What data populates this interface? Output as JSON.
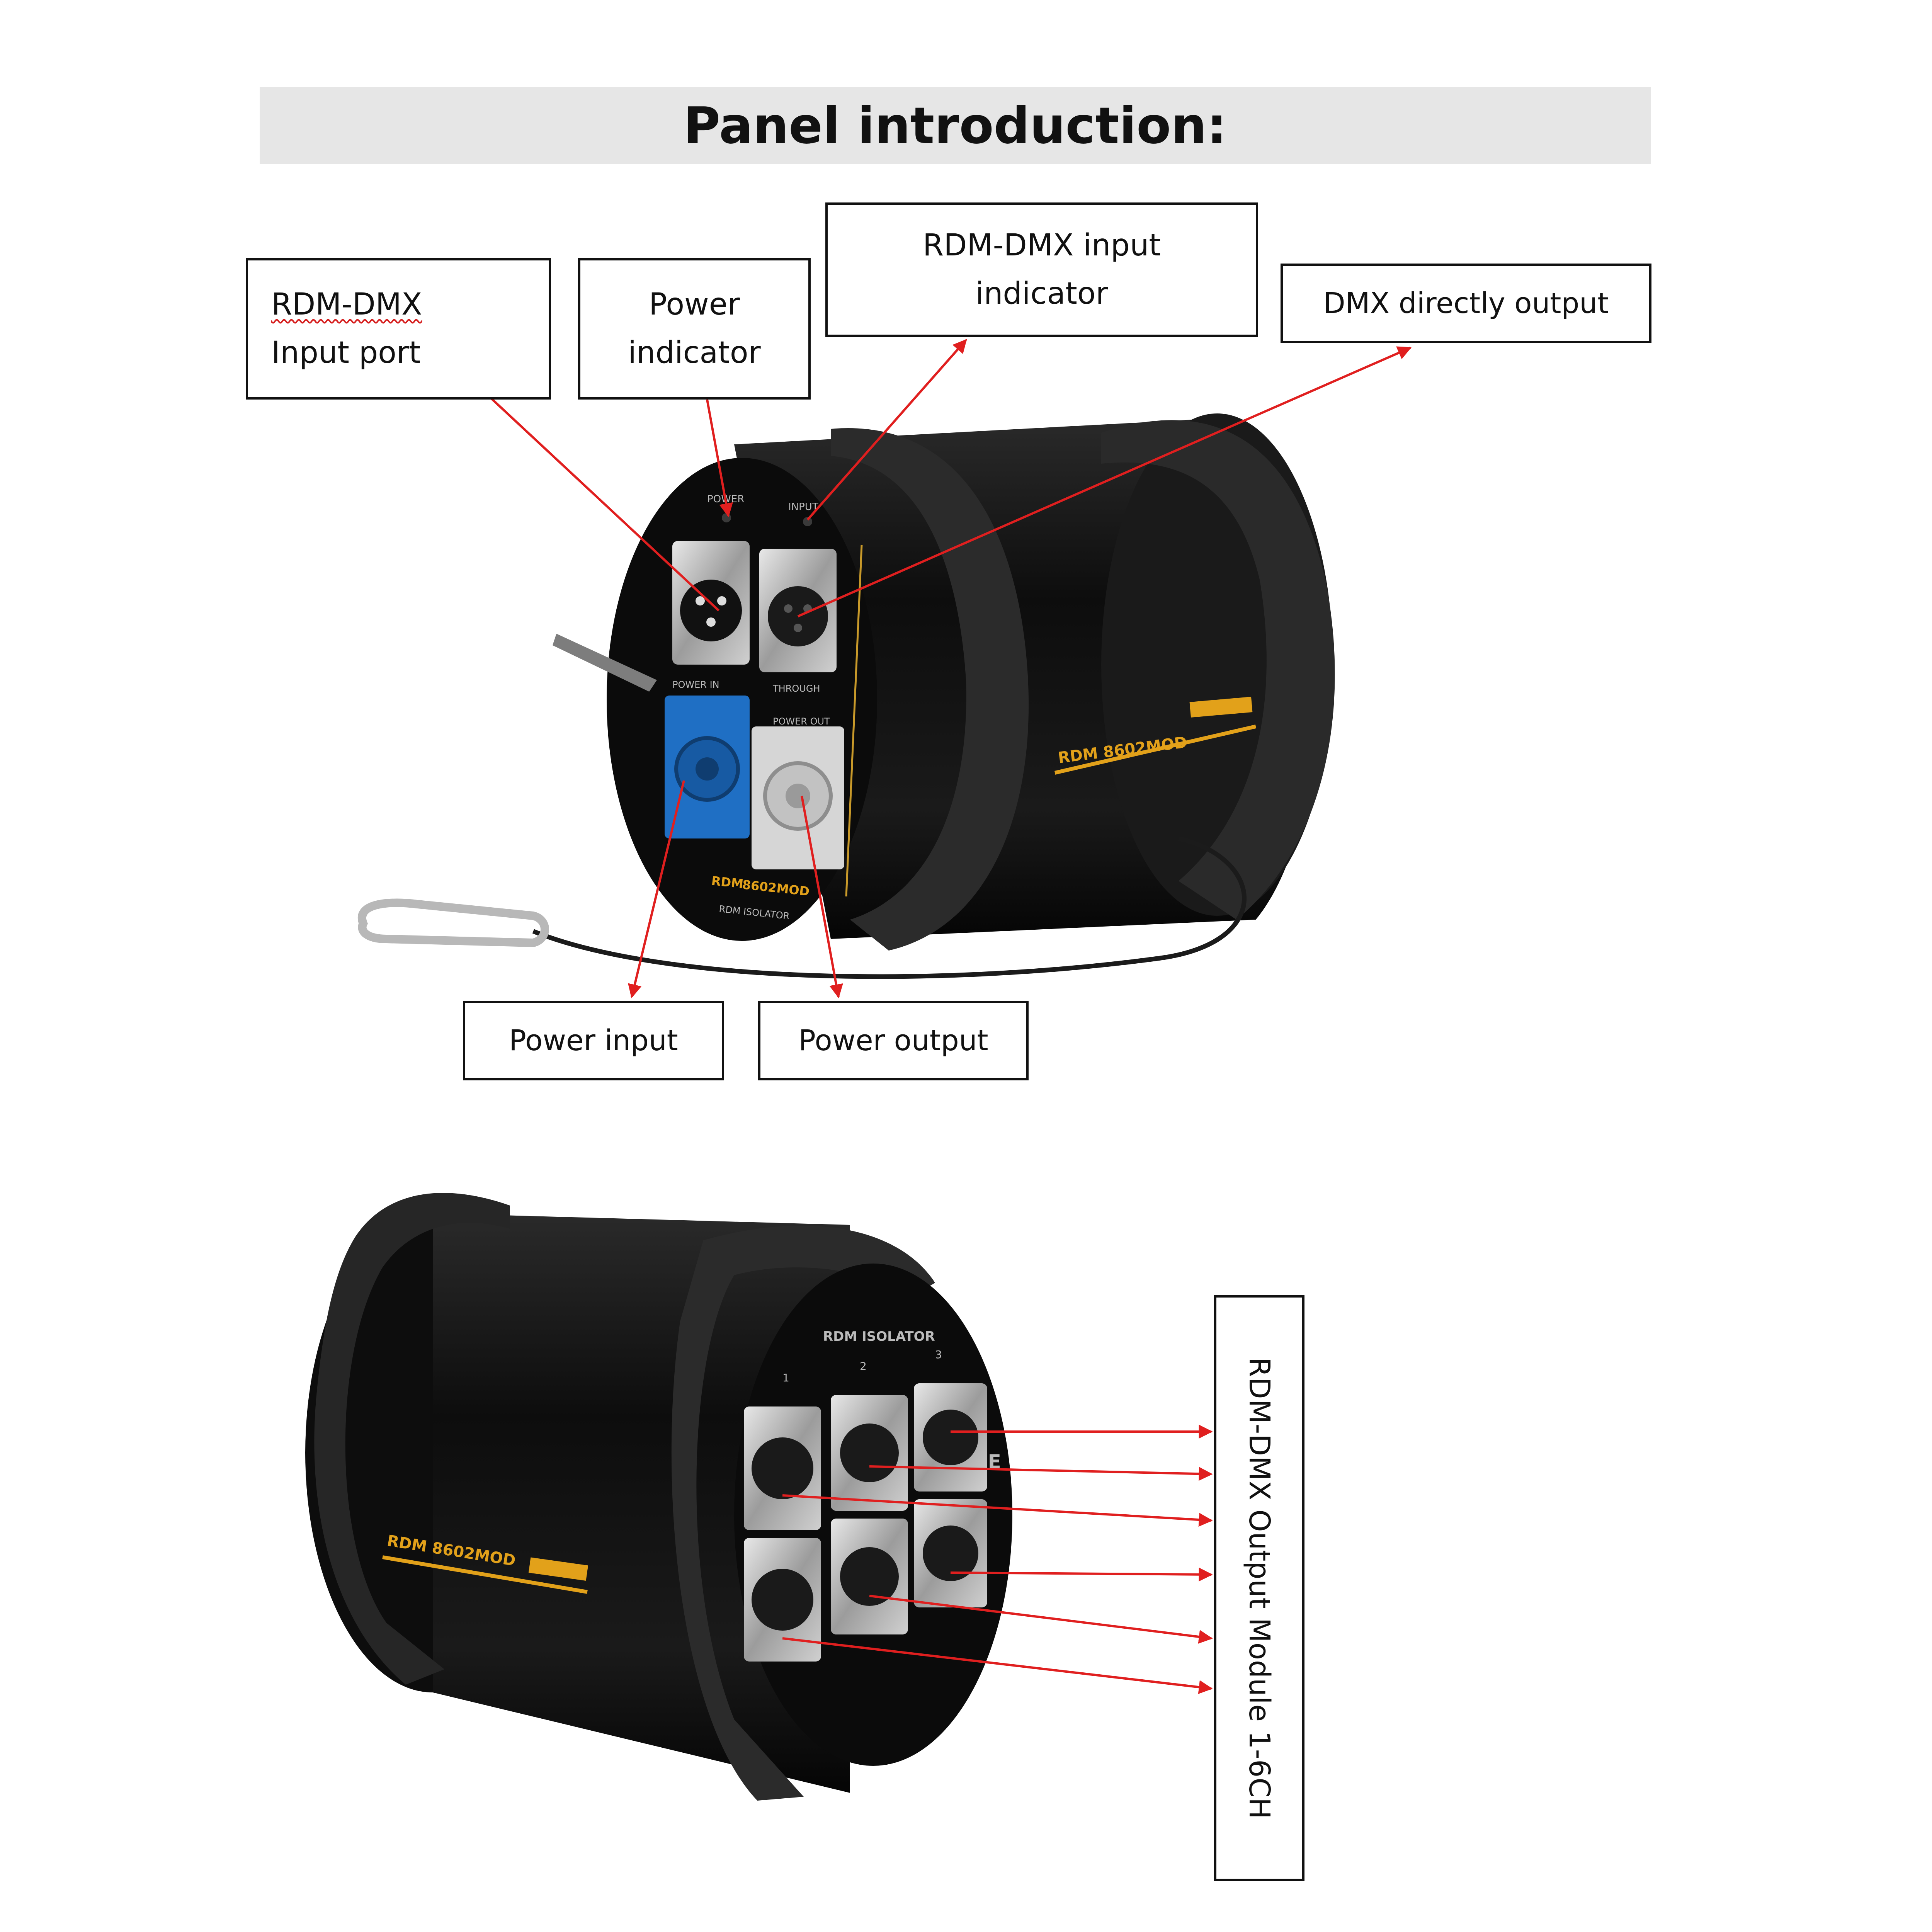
{
  "title": "Panel introduction:",
  "labels": {
    "rdm_dmx_input_port": [
      "RDM-DMX",
      "Input port"
    ],
    "power_indicator": [
      "Power",
      "indicator"
    ],
    "rdm_dmx_input_indicator": [
      "RDM-DMX input",
      "indicator"
    ],
    "dmx_directly_output": "DMX directly output",
    "power_input": "Power input",
    "power_output": "Power output",
    "output_module": "RDM-DMX Output Module 1-6CH"
  },
  "device_front": {
    "panel_text": [
      "POWER",
      "INPUT",
      "POWER IN",
      "THROUGH",
      "POWER OUT",
      "RDM",
      "8602MOD",
      "RDM ISOLATOR"
    ],
    "model": "RDM 8602MOD"
  },
  "device_back": {
    "panel_text": [
      "RDM ISOLATOR",
      "1",
      "2",
      "3",
      "CE"
    ],
    "model": "RDM 8602MOD"
  },
  "colors": {
    "arrow": "#e01f1f",
    "device_body": "#121212",
    "strap": "#262626",
    "accent_yellow": "#e2a11a",
    "power_in_blue": "#1f6fc4",
    "power_out_grey": "#d6d6d6",
    "title_bg": "#e6e6e6"
  }
}
